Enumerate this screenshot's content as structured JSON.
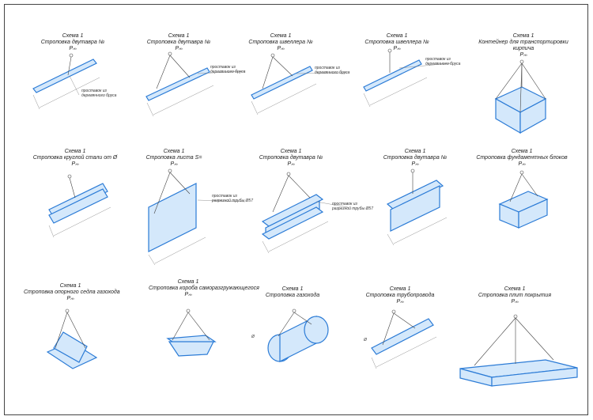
{
  "schemes": [
    {
      "title": "Схема 1",
      "name": "Строповка двутавра №",
      "load": "Pₘ",
      "notes": [
        "проставок из",
        "деревянного бруса"
      ]
    },
    {
      "title": "Схема 1",
      "name": "Строповка двутавра №",
      "load": "Pₘ",
      "notes": [
        "проставок из",
        "деревянного бруса"
      ]
    },
    {
      "title": "Схема 1",
      "name": "Строповка швеллера №",
      "load": "Pₘ",
      "notes": [
        "проставок из",
        "деревянного бруса"
      ]
    },
    {
      "title": "Схема 1",
      "name": "Строповка швеллера №",
      "load": "Pₘ",
      "notes": [
        "проставок из",
        "деревянного бруса"
      ]
    },
    {
      "title": "Схема 1",
      "name": "Контейнер для транспортировки кирпича",
      "load": "Pₘ",
      "notes": []
    },
    {
      "title": "Схема 1",
      "name": "Строповка круглой стали от Ø",
      "load": "Pₘ",
      "notes": []
    },
    {
      "title": "Схема 1",
      "name": "Строповка листа S=",
      "load": "Pₘ",
      "notes": [
        "проставок из",
        "разрезной трубы Ø57"
      ]
    },
    {
      "title": "Схема 1",
      "name": "Строповка двутавра №",
      "load": "Pₘ",
      "notes": [
        "проставок из",
        "разрезной трубы Ø57"
      ]
    },
    {
      "title": "Схема 1",
      "name": "Строповка двутавра №",
      "load": "Pₘ",
      "notes": []
    },
    {
      "title": "Схема 1",
      "name": "Строповка фундаментных блоков",
      "load": "Pₘ",
      "notes": []
    },
    {
      "title": "Схема 1",
      "name": "Строповка опорного седла газохода",
      "load": "Pₘ",
      "notes": []
    },
    {
      "title": "Схема 1",
      "name": "Строповка короба саморазгружающегося",
      "load": "Pₘ",
      "notes": []
    },
    {
      "title": "Схема 1",
      "name": "Строповка газохода",
      "load": "",
      "notes": [
        "Ø"
      ]
    },
    {
      "title": "Схема 1",
      "name": "Строповка трубопровода",
      "load": "Pₘ",
      "notes": [
        "Ø"
      ]
    },
    {
      "title": "Схема 1",
      "name": "Строповка плит покрытия",
      "load": "Pₘ",
      "notes": []
    }
  ],
  "colors": {
    "object": "#2b7bd6",
    "sling": "#444444",
    "border": "#444444"
  }
}
